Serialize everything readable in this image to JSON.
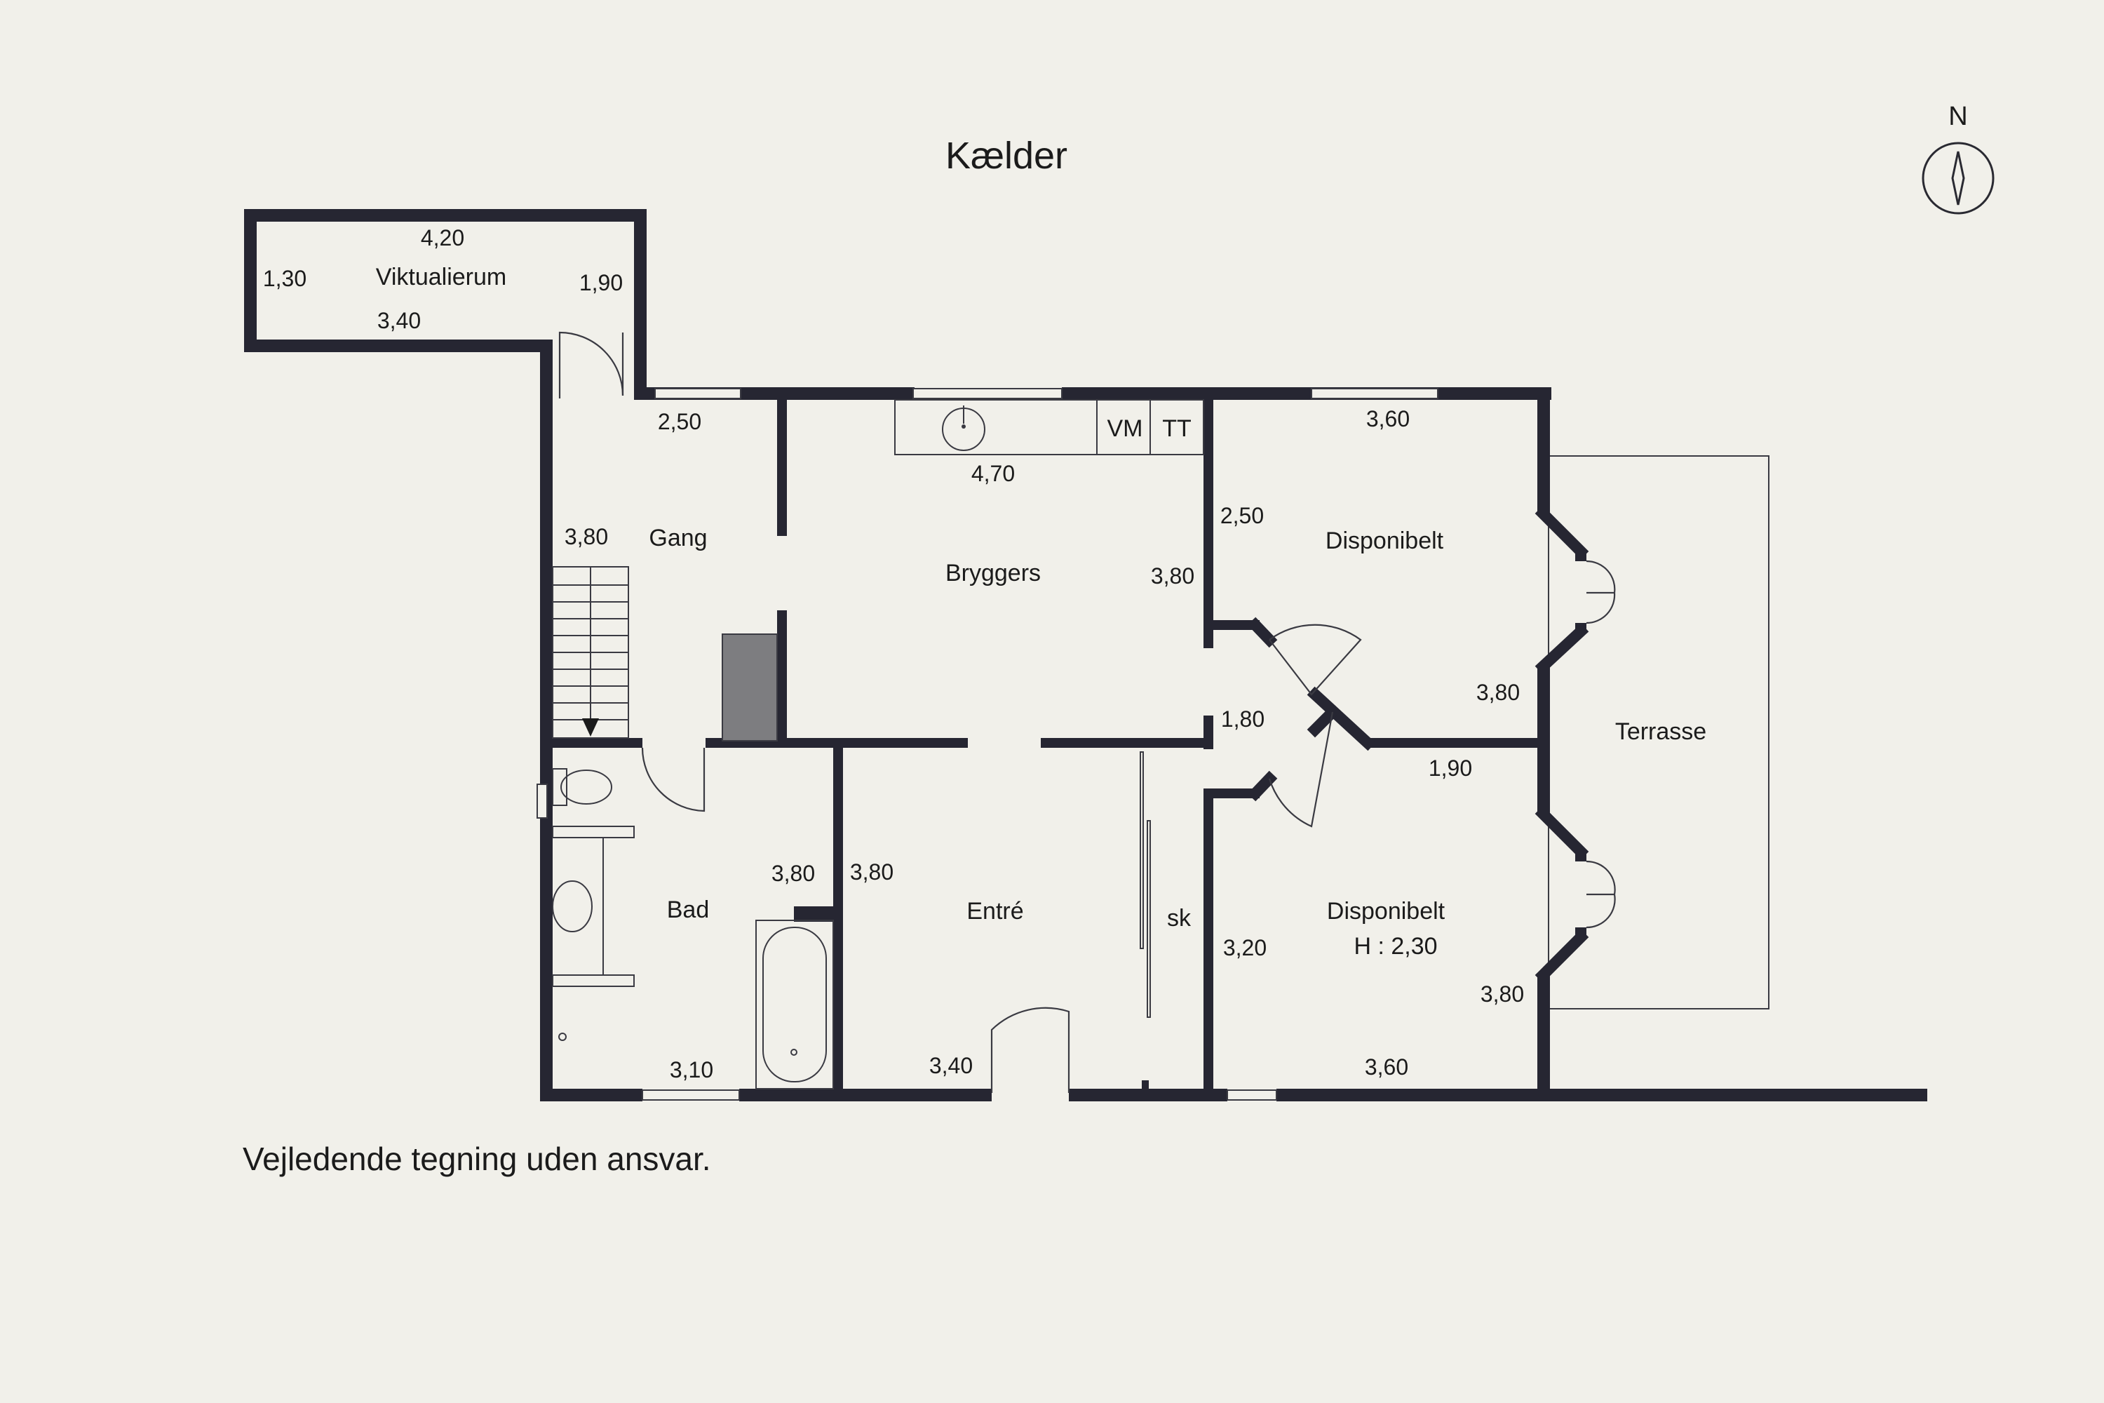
{
  "title": "Kælder",
  "disclaimer": "Vejledende tegning uden ansvar.",
  "compass": {
    "label": "N"
  },
  "rooms": {
    "viktualierum": "Viktualierum",
    "gang": "Gang",
    "bryggers": "Bryggers",
    "disponibelt_1": "Disponibelt",
    "disponibelt_2": "Disponibelt",
    "disponibelt_2_height": "H : 2,30",
    "terrasse": "Terrasse",
    "bad": "Bad",
    "entre": "Entré",
    "sk": "sk"
  },
  "fixtures": {
    "vm": "VM",
    "tt": "TT"
  },
  "dimensions": {
    "vikt_top": "4,20",
    "vikt_left": "1,30",
    "vikt_bottom": "3,40",
    "vikt_right": "1,90",
    "gang_top": "2,50",
    "gang_side": "3,80",
    "bryggers_bottom_counter": "4,70",
    "bryggers_right": "3,80",
    "disp1_top": "3,60",
    "disp1_left": "2,50",
    "disp1_right": "3,80",
    "hall_small": "1,80",
    "disp_mid": "1,90",
    "bad_right": "3,80",
    "bad_bottom": "3,10",
    "entre_left": "3,80",
    "entre_bottom": "3,40",
    "disp2_left": "3,20",
    "disp2_right": "3,80",
    "disp2_bottom": "3,60"
  }
}
